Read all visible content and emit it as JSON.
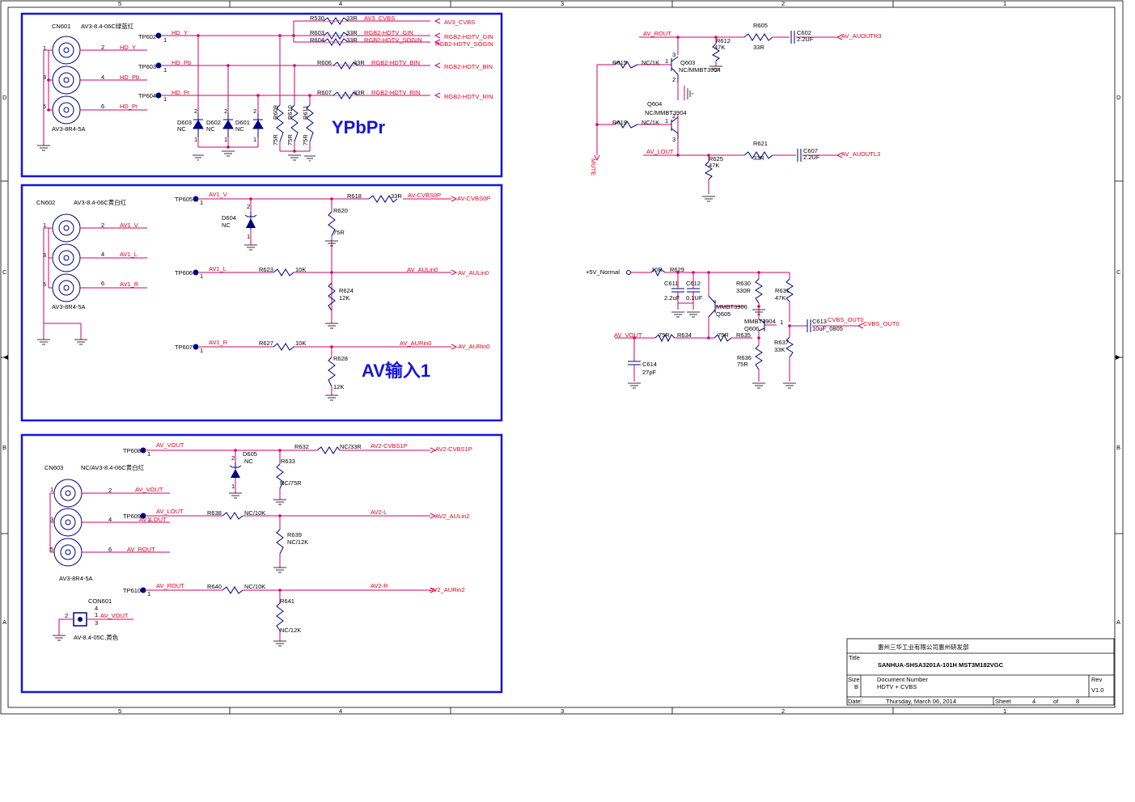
{
  "border": {
    "top_cols": [
      "5",
      "4",
      "3",
      "2",
      "1"
    ],
    "bottom_cols": [
      "5",
      "4",
      "3",
      "2",
      "1"
    ],
    "left_rows": [
      "D",
      "C",
      "B",
      "A"
    ],
    "right_rows": [
      "D",
      "C",
      "B",
      "A"
    ]
  },
  "sections": {
    "ypbpr_title": "YPbPr",
    "av_title": "AV输入1"
  },
  "block1": {
    "cn": "CN601",
    "cn_part": "AV3-8.4-06C绿蓝红",
    "cn_foot": "AV3-8R4-5A",
    "pins": [
      "1",
      "2",
      "3",
      "4",
      "5",
      "6"
    ],
    "nets": [
      "HD_Y",
      "HD_Pb",
      "HD_Pr"
    ],
    "tps": [
      "TP602",
      "TP603",
      "TP604"
    ],
    "one": "1",
    "diodes": [
      "D603",
      "D602",
      "D601"
    ],
    "diode_nc": [
      "NC",
      "NC",
      "NC"
    ],
    "dpin2": "2",
    "dpin1": "1",
    "res_v": [
      "R609",
      "R610",
      "R611"
    ],
    "res_v_val": [
      "75R",
      "75R",
      "75R"
    ],
    "res_h": [
      "R530",
      "R603",
      "R604",
      "R606",
      "R607"
    ],
    "res_h_val": [
      "33R",
      "33R",
      "33R",
      "33R",
      "33R"
    ],
    "res_h_net": [
      "AV3_CVBS",
      "RGB2-HDTV_GIN",
      "RGB2-HDTV_SOGIN",
      "RGB2-HDTV_BIN",
      "RGB2-HDTV_RIN"
    ],
    "ports": [
      "AV3_CVBS",
      "RGB2-HDTV_GIN",
      "RGB2-HDTV_SOGIN",
      "RGB2-HDTV_BIN",
      "RGB2-HDTV_RIN"
    ]
  },
  "block2": {
    "cn": "CN602",
    "cn_part": "AV3-8.4-06C黄白红",
    "cn_foot": "AV3-8R4-5A",
    "nets": [
      "AV1_V",
      "AV1_L",
      "AV1_R"
    ],
    "tps": [
      "TP605",
      "TP606",
      "TP607"
    ],
    "net_v": "AV1_V",
    "net_l": "AV1_L",
    "net_r": "AV1_R",
    "diode": "D604",
    "diode_nc": "NC",
    "r618": "R618",
    "r618_val": "33R",
    "r618_net": "AV-CVBS0P",
    "port1": "AV-CVBS0P",
    "r620": "R620",
    "r620_val": "75R",
    "r623": "R623",
    "r623_val": "10K",
    "net2": "AV_AULin0",
    "port2": "AV_AULin0",
    "r624": "R624",
    "r624_val": "12K",
    "r627": "R627",
    "r627_val": "10K",
    "net3": "AV_AURin0",
    "port3": "AV_AURin0",
    "r628": "R628",
    "r628_val": "12K"
  },
  "block3": {
    "cn": "CN603",
    "cn_part": "NC/AV3-8.4-06C黄白红",
    "cn_foot": "AV3-8R4-5A",
    "nets": [
      "AV_VOUT",
      "AV_LOUT",
      "AV_ROUT"
    ],
    "tp1": "TP608",
    "net1": "AV_VOUT",
    "diode": "D605",
    "diode_nc": "NC",
    "r632": "R632",
    "r632_val": "NC/33R",
    "r632_net": "AV2-CVBS1P",
    "port1": "AV2-CVBS1P",
    "r633": "R633",
    "r633_val": "NC/75R",
    "tp2": "TP609",
    "net2": "AV_LOUT",
    "tp2_extra": "AV_LOUT",
    "r638": "R638",
    "r638_val": "NC/10K",
    "net2r": "AV2-L",
    "port2": "AV2_AULin2",
    "r639": "R639",
    "r639_val": "NC/12K",
    "tp3": "TP610",
    "net3": "AV_ROUT",
    "r640": "R640",
    "r640_val": "NC/10K",
    "net3r": "AV2-R",
    "port3": "AV2_AURin2",
    "r641": "R641",
    "r641_val": "NC/12K",
    "con": "CON601",
    "con_pins": [
      "4",
      "2",
      "1",
      "3"
    ],
    "con_net": "AV_VOUT",
    "con_part": "AV-8.4-05C,黄色"
  },
  "audio_out": {
    "rout": "AV_ROUT",
    "lout": "AV_LOUT",
    "r605": "R605",
    "r605_val": "33R",
    "c602": "C602",
    "c602_val": "2.2UF",
    "port_r": "AV_AUOUTR3",
    "r612": "R612",
    "r612_val": "47K",
    "r615": "R615",
    "r615_val": "NC/1K",
    "q603": "Q603",
    "q603_val": "NC/MMBT3904",
    "q604": "Q604",
    "q604_val": "NC/MMBT3904",
    "r619": "R619",
    "r619_val": "NC/1K",
    "mute": "MUTE",
    "r621": "R621",
    "r621_val": "33R",
    "c607": "C607",
    "c607_val": "2.2UF",
    "port_l": "AV_AUOUTL3",
    "r625": "R625",
    "r625_val": "47K",
    "qpins": [
      "1",
      "2",
      "3",
      "1",
      "2",
      "3"
    ]
  },
  "cvbs_out": {
    "vcc": "+5V_Normal",
    "r629": "R629",
    "r629_val": "10R",
    "c611": "C611",
    "c611_val": "2.2uF",
    "c612": "C612",
    "c612_val": "0.1UF",
    "r630": "R630",
    "r630_val": "330R",
    "r631": "R631",
    "r631_val": "47K",
    "q605": "Q605",
    "q605_val": "MMBT3906",
    "q606": "Q606",
    "q606_val": "MMBT3904",
    "c613": "C613",
    "c613_val": "10uF_0805",
    "c613_net": "CVBS_OUT0",
    "port": "CVBS_OUT0",
    "vout": "AV_VOUT",
    "r634": "R634",
    "r634_val": "75R",
    "r635": "R635",
    "r635_val": "75R",
    "c614": "C614",
    "c614_val": "27pF",
    "r636": "R636",
    "r636_val": "75R",
    "r637": "R637",
    "r637_val": "33K",
    "one": "1"
  },
  "titleblock": {
    "company": "惠州三华工业有限公司惠州研发部",
    "title_lbl": "Title",
    "title": "SANHUA-SHSA3201A-101H MST3M182VGC",
    "size_lbl": "Size",
    "size": "B",
    "docnum_lbl": "Document Number",
    "docnum": "HDTV + CVBS",
    "rev_lbl": "Rev",
    "rev": "V1.0",
    "date_lbl": "Date:",
    "date": "Thursday, March 06, 2014",
    "sheet_lbl": "Sheet",
    "sheet": "4",
    "of_lbl": "of",
    "of": "8"
  }
}
